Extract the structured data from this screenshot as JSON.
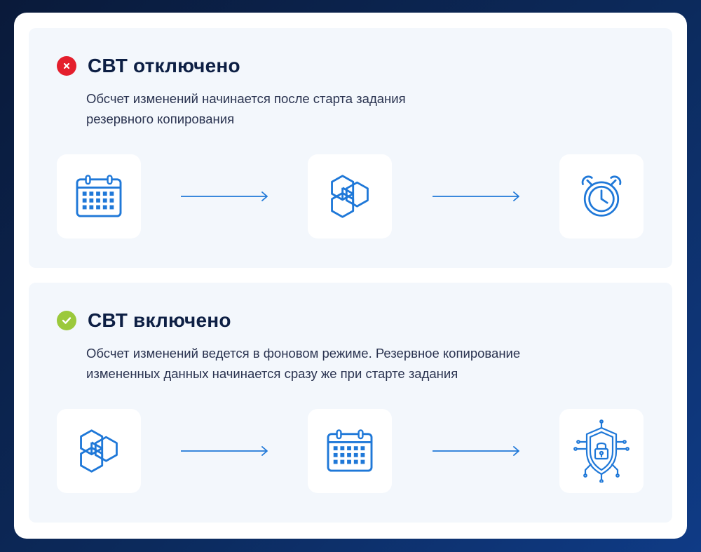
{
  "colors": {
    "accent": "#1f78d8",
    "status_off": "#e41f2d",
    "status_on": "#9bc93c",
    "title": "#0d1f44",
    "panel_bg": "#f3f7fc"
  },
  "sections": [
    {
      "status": "off",
      "status_icon": "x-circle-icon",
      "title": "СВТ отключено",
      "description_lines": [
        "Обсчет изменений начинается после старта задания",
        "резервного копирования"
      ],
      "flow_icons": [
        "calendar-icon",
        "cube-icon",
        "alarm-clock-icon"
      ]
    },
    {
      "status": "on",
      "status_icon": "check-circle-icon",
      "title": "СВТ включено",
      "description_lines": [
        "Обсчет изменений ведется в фоновом режиме. Резервное копирование",
        "измененных данных начинается сразу же при старте задания"
      ],
      "flow_icons": [
        "cube-icon",
        "calendar-icon",
        "security-shield-lock-icon"
      ]
    }
  ]
}
